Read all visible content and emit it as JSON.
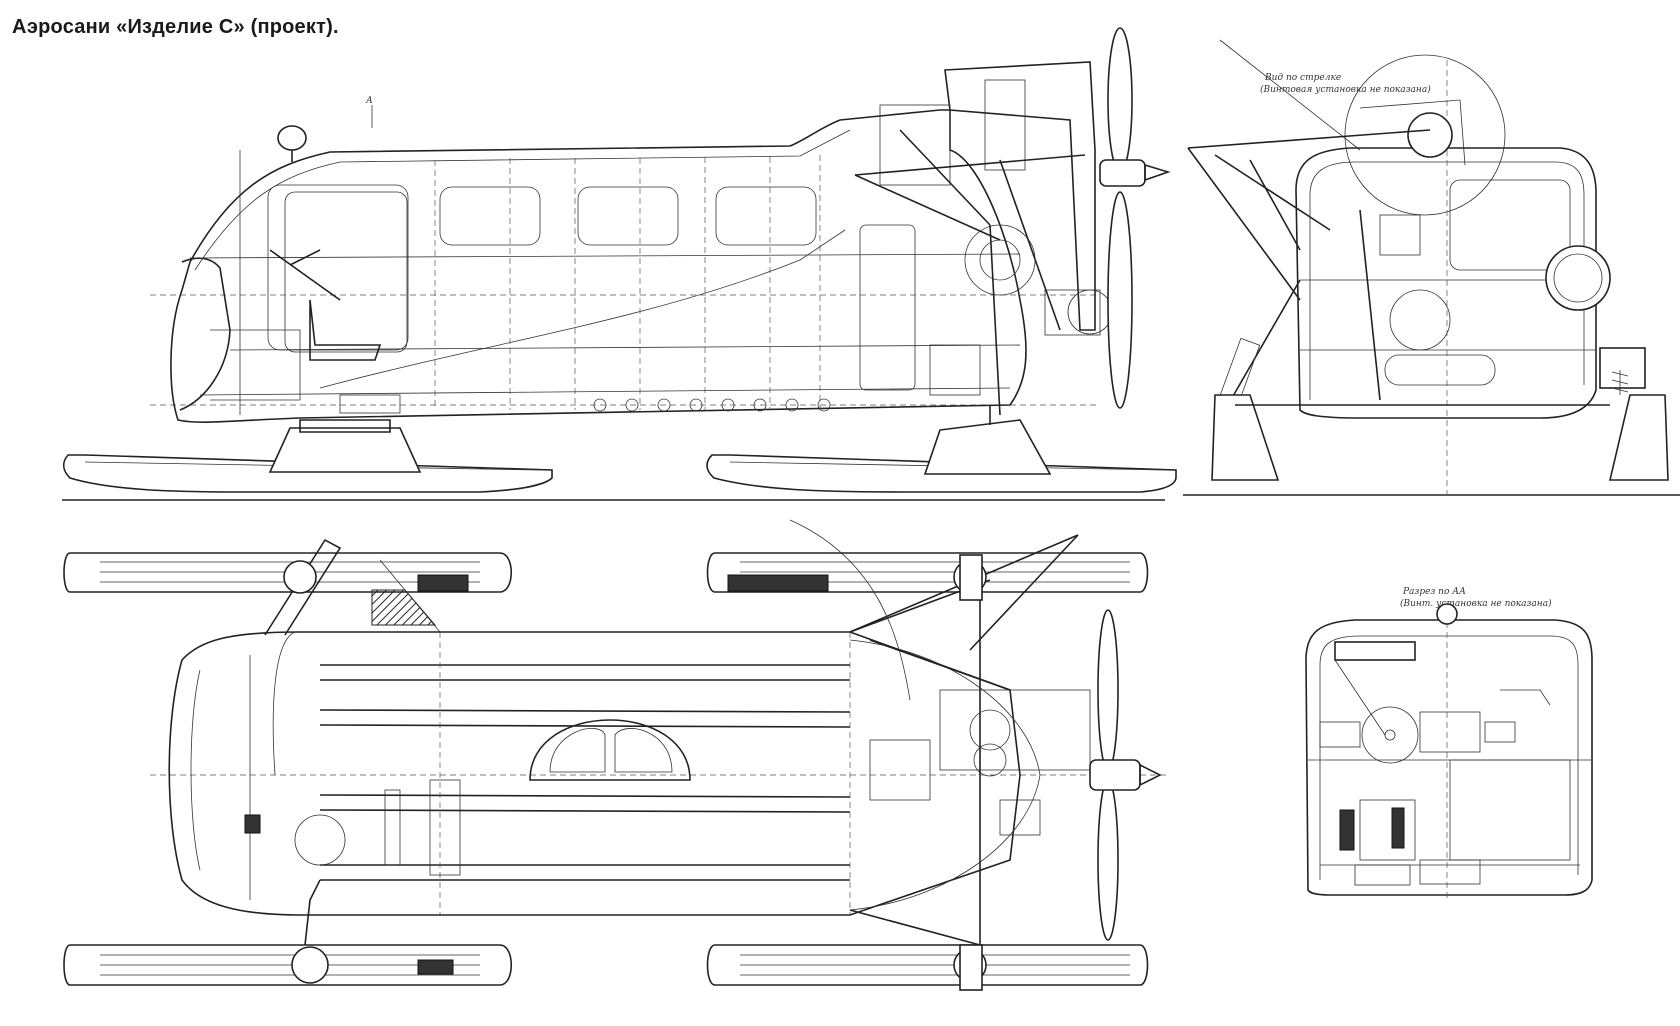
{
  "title": "Аэросани «Изделие С» (проект).",
  "views": {
    "side_label": "А",
    "front_caption_1": "Вид по стрелке",
    "front_caption_2": "(Винтовая установка не показана)",
    "section_caption_1": "Разрез по АА",
    "section_caption_2": "(Винт. установка не показана)"
  }
}
